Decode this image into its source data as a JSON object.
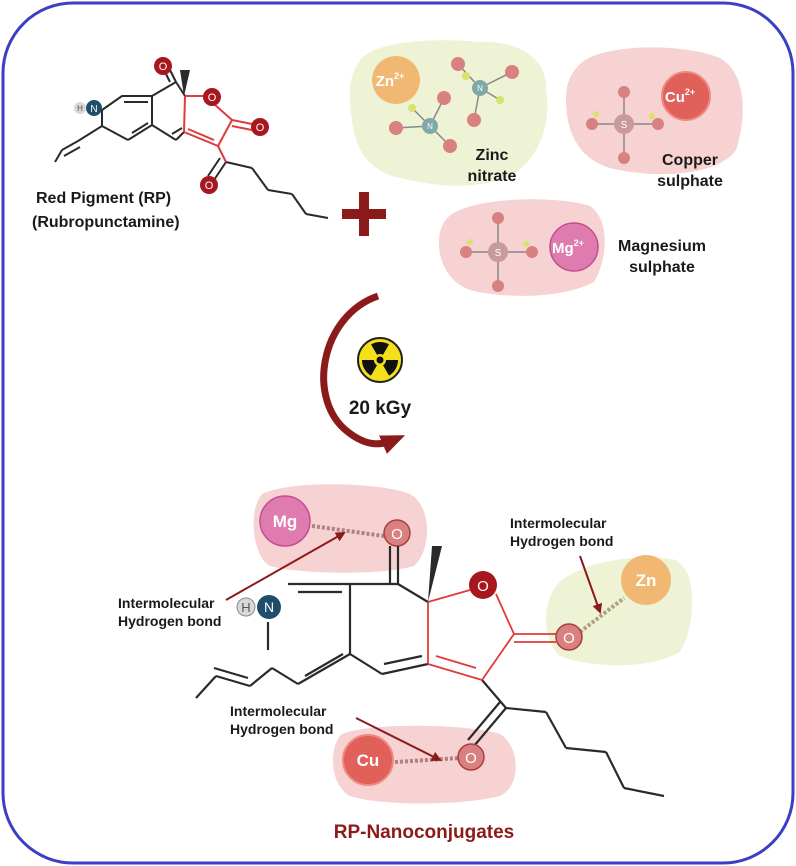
{
  "reactant": {
    "name": "Red Pigment (RP)",
    "subname": "(Rubropunctamine)",
    "atom_h": "H",
    "atom_n": "N",
    "atom_o": "O"
  },
  "salts": {
    "zinc": {
      "ion": "Zn",
      "charge": "2+",
      "line1": "Zinc",
      "line2": "nitrate"
    },
    "copper": {
      "ion": "Cu",
      "charge": "2+",
      "line1": "Copper",
      "line2": "sulphate"
    },
    "magnesium": {
      "ion": "Mg",
      "charge": "2+",
      "line1": "Magnesium",
      "line2": "sulphate"
    },
    "atom_s": "S",
    "atom_n": "N"
  },
  "irradiation": {
    "dose": "20 kGy"
  },
  "product": {
    "mg": "Mg",
    "zn": "Zn",
    "cu": "Cu",
    "atom_o": "O",
    "atom_h": "H",
    "atom_n": "N",
    "hbond_line1": "Intermolecular",
    "hbond_line2": "Hydrogen bond",
    "title": "RP-Nanoconjugates"
  },
  "colors": {
    "frame": "#3b3fc4",
    "dark_red": "#8b1a1a",
    "oxygen": "#a8171e",
    "nitrogen": "#1e4e6b",
    "zinc": "#f0b872",
    "copper": "#e0605a",
    "magnesium": "#e07bb0",
    "zinc_cloud": "#eef3d6",
    "pink_cloud": "#f7d2d2",
    "ring_red": "#e03a3a"
  }
}
